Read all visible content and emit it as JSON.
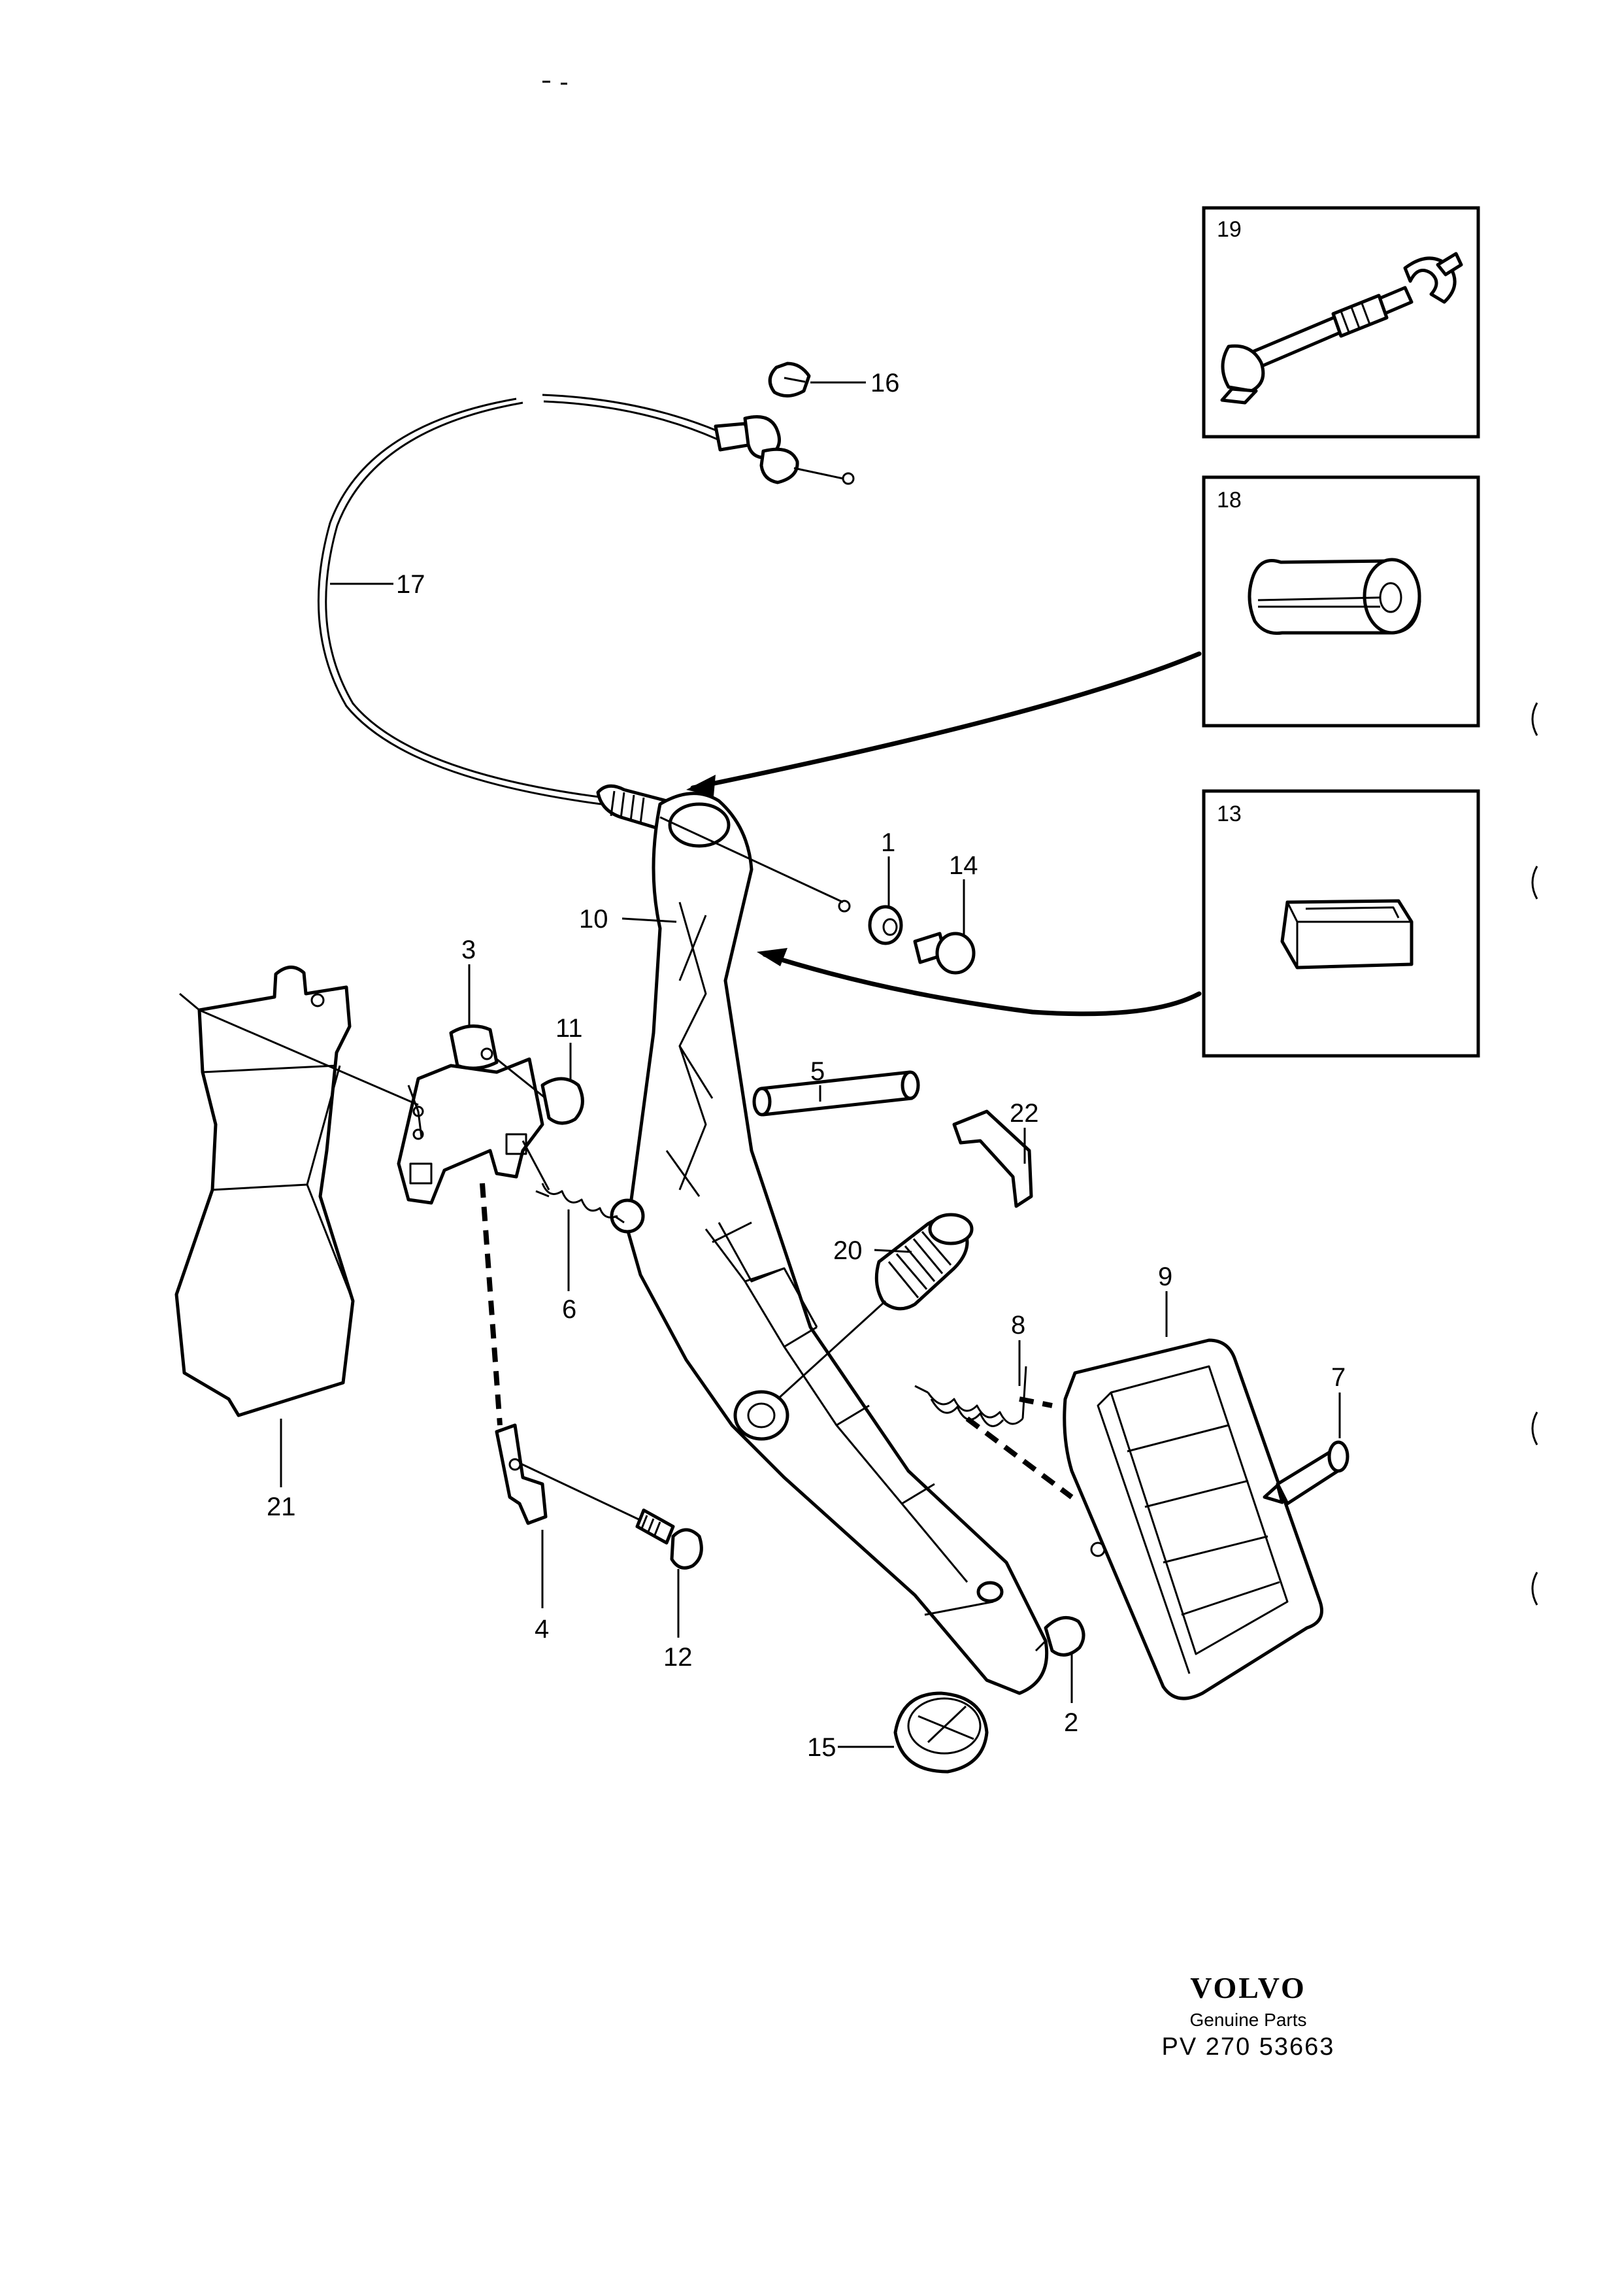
{
  "diagram": {
    "callouts": {
      "c1": "1",
      "c2": "2",
      "c3": "3",
      "c4": "4",
      "c5": "5",
      "c6": "6",
      "c7": "7",
      "c8": "8",
      "c9": "9",
      "c10": "10",
      "c11": "11",
      "c12": "12",
      "c14": "14",
      "c15": "15",
      "c16": "16",
      "c17": "17",
      "c20": "20",
      "c21": "21",
      "c22": "22"
    },
    "insets": {
      "inset19": "19",
      "inset18": "18",
      "inset13": "13"
    }
  },
  "brand": {
    "logo": "VOLVO",
    "subtitle": "Genuine Parts",
    "code": "PV  270  53663"
  }
}
